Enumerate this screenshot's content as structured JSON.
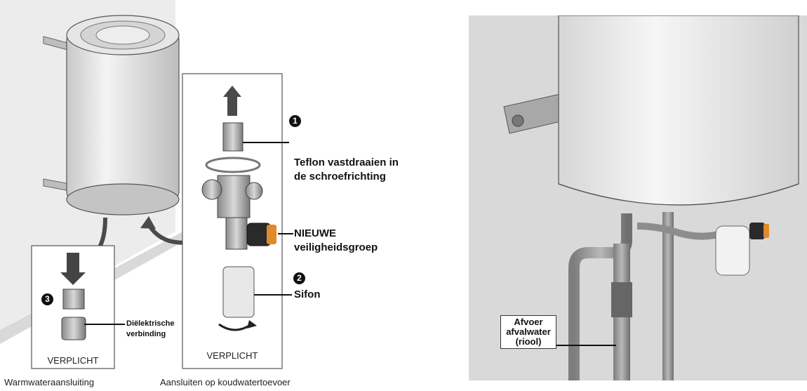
{
  "left": {
    "steps": [
      "1",
      "2",
      "3"
    ],
    "labels": {
      "teflon_line1": "Teflon vastdraaien in",
      "teflon_line2": "de schroefrichting",
      "safety_line1": "NIEUWE",
      "safety_line2": "veiligheidsgroep",
      "sifon": "Sifon",
      "dielectric_line1": "Diëlektrische",
      "dielectric_line2": "verbinding"
    },
    "box_small_label": "VERPLICHT",
    "box_large_label": "VERPLICHT",
    "caption_hot": "Warmwateraansluiting",
    "caption_cold": "Aansluiten op koudwatertoevoer"
  },
  "right": {
    "drain_line1": "Afvoer",
    "drain_line2": "afvalwater",
    "drain_line3": "(riool)"
  }
}
